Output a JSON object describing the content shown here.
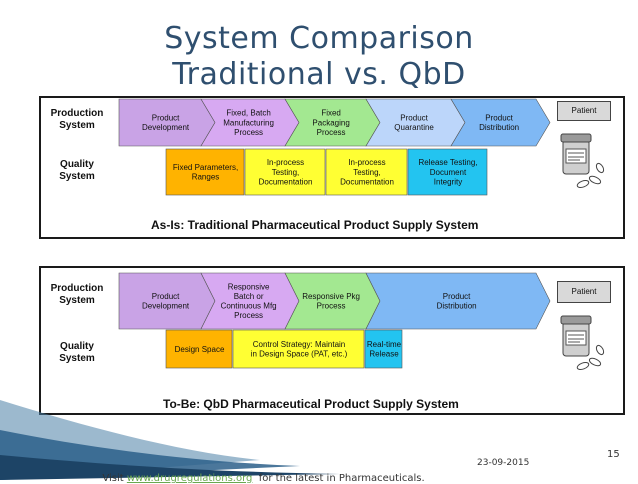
{
  "slide": {
    "title_line1": "System Comparison",
    "title_line2": "Traditional vs. QbD",
    "page_number": "15",
    "date": "23-09-2015",
    "footer_prefix": "Visit ",
    "footer_link": "www.drugregulations.org",
    "footer_suffix": "  for the latest in Pharmaceuticals."
  },
  "traditional": {
    "production_label": "Production System",
    "quality_label": "Quality System",
    "caption": "As-Is:  Traditional Pharmaceutical Product Supply System",
    "patient_label": "Patient",
    "production_steps": [
      {
        "text": "Product Development",
        "color": "#c9a3e6"
      },
      {
        "text": "Fixed, Batch Manufacturing Process",
        "color": "#d7a9f2"
      },
      {
        "text": "Fixed Packaging Process",
        "color": "#a3e891"
      },
      {
        "text": "Product Quarantine",
        "color": "#bcd6fa"
      },
      {
        "text": "Product Distribution",
        "color": "#7fb8f4"
      }
    ],
    "quality_steps": [
      {
        "text": "Fixed Parameters, Ranges",
        "color": "#ffb300"
      },
      {
        "text": "In-process Testing, Documentation",
        "color": "#ffff33"
      },
      {
        "text": "In-process Testing, Documentation",
        "color": "#ffff33"
      },
      {
        "text": "Release Testing, Document Integrity",
        "color": "#23c4f0"
      }
    ]
  },
  "qbd": {
    "production_label": "Production System",
    "quality_label": "Quality System",
    "caption": "To-Be: QbD Pharmaceutical Product Supply System",
    "patient_label": "Patient",
    "production_steps": [
      {
        "text": "Product Development",
        "color": "#c9a3e6"
      },
      {
        "text": "Responsive Batch or Continuous Mfg Process",
        "color": "#d7a9f2"
      },
      {
        "text": "Responsive Pkg Process",
        "color": "#a3e891"
      },
      {
        "text": "Product Distribution",
        "color": "#7fb8f4"
      }
    ],
    "quality_steps": [
      {
        "text": "Design Space",
        "color": "#ffb300"
      },
      {
        "text": "Control Strategy:  Maintain in Design Space (PAT, etc.)",
        "color": "#ffff33"
      },
      {
        "text": "Real-time Release",
        "color": "#23c4f0"
      }
    ]
  }
}
